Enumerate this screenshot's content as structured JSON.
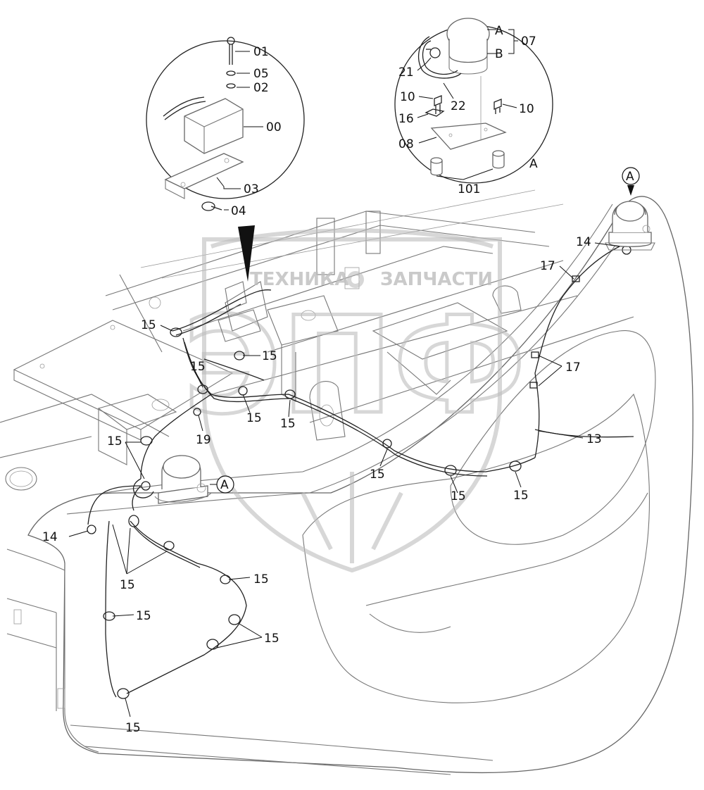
{
  "watermark": {
    "top_text_left": "ТЕХНИКА",
    "top_text_right": "ЗАПЧАСТИ",
    "logo_letters": "ЭПФ"
  },
  "detail_views": {
    "left": {
      "callouts": [
        "01",
        "05",
        "02",
        "00",
        "03",
        "04"
      ]
    },
    "right": {
      "callouts": [
        "A",
        "07",
        "B",
        "21",
        "22",
        "10",
        "10",
        "16",
        "08",
        "101",
        "A"
      ]
    }
  },
  "main_view": {
    "reference_markers": [
      "A",
      "A"
    ],
    "callouts": [
      "14",
      "17",
      "17",
      "13",
      "15",
      "15",
      "15",
      "15",
      "15",
      "15",
      "19",
      "15",
      "15",
      "15",
      "15",
      "14",
      "15",
      "15",
      "15",
      "15",
      "15"
    ]
  }
}
